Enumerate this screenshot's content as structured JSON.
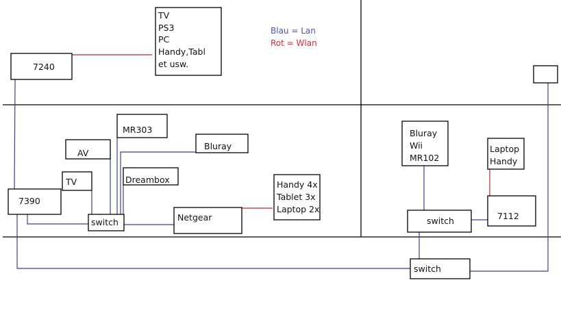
{
  "legend": {
    "lan": "Blau = Lan",
    "wlan": "Rot =  Wlan",
    "lan_color": "#3b3f8c",
    "wlan_color": "#c0282d"
  },
  "nodes": {
    "router_7240": "7240",
    "wlan_clients_top": [
      "TV",
      "PS3",
      "PC",
      "Handy,Tabl",
      "et usw."
    ],
    "router_7390": "7390",
    "tv": "TV",
    "av": "AV",
    "mr303": "MR303",
    "bluray": "Bluray",
    "dreambox": "Dreambox",
    "switch_middle": "switch",
    "netgear": "Netgear",
    "wlan_clients_middle": [
      "Handy 4x",
      "Tablet 3x",
      "Laptop 2x"
    ],
    "right_devices": [
      "Bluray",
      "Wii",
      "MR102"
    ],
    "right_wlan_clients": [
      "Laptop",
      "Handy"
    ],
    "switch_right": "switch",
    "router_7112": "7112",
    "switch_bottom": "switch",
    "empty_box": ""
  }
}
